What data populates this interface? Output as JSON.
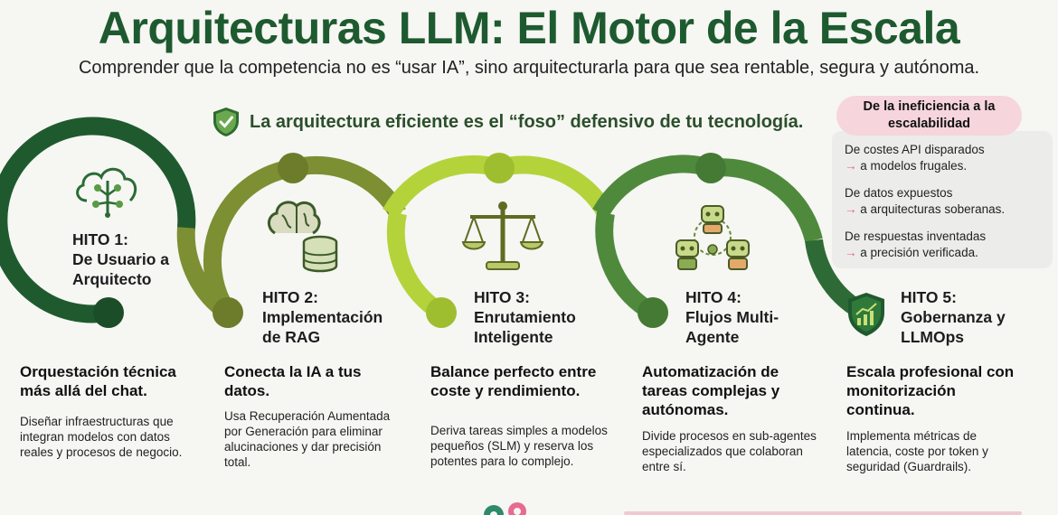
{
  "header": {
    "title": "Arquitecturas LLM: El Motor de la Escala",
    "subtitle": "Comprender que la competencia no es “usar IA”, sino arquitecturarla para que sea rentable, segura y autónoma.",
    "moat_text": "La arquitectura eficiente es el “foso” defensivo de tu tecnología."
  },
  "colors": {
    "arc1": "#1f5a2e",
    "arc2": "#7c8f32",
    "arc3": "#b4d33a",
    "arc4": "#4f8a3c",
    "arc5": "#2e6a35",
    "pill_bg": "#f6d5dc",
    "arrow": "#e05a7a"
  },
  "milestones": [
    {
      "heading_line1": "HITO 1:",
      "heading_line2": "De Usuario a",
      "heading_line3": "Arquitecto",
      "summary": "Orquestación técnica más allá del chat.",
      "description": "Diseñar infraestructuras que integran modelos con datos reales y procesos de negocio.",
      "icon": "cloud-network-icon"
    },
    {
      "heading_line1": "HITO 2:",
      "heading_line2": "Implementación",
      "heading_line3": "de RAG",
      "summary": "Conecta la IA a tus datos.",
      "description": "Usa Recuperación Aumentada por Generación para eliminar alucinaciones y dar precisión total.",
      "icon": "brain-database-icon"
    },
    {
      "heading_line1": "HITO 3:",
      "heading_line2": "Enrutamiento",
      "heading_line3": "Inteligente",
      "summary": "Balance perfecto entre coste y rendimiento.",
      "description": "Deriva tareas simples a modelos pequeños (SLM) y reserva los potentes para lo complejo.",
      "icon": "balance-scale-icon"
    },
    {
      "heading_line1": "HITO 4:",
      "heading_line2": "Flujos Multi-",
      "heading_line3": "Agente",
      "summary": "Automatización de tareas complejas y autónomas.",
      "description": "Divide procesos en sub-agentes especializados que colaboran entre sí.",
      "icon": "robot-agents-icon"
    },
    {
      "heading_line1": "HITO 5:",
      "heading_line2": "Gobernanza y",
      "heading_line3": "LLMOps",
      "summary": "Escala profesional con monitorización continua.",
      "description": "Implementa métricas de latencia, coste por token y seguridad (Guardrails).",
      "icon": "shield-chart-icon"
    }
  ],
  "side_panel": {
    "title": "De la ineficiencia a la escalabilidad",
    "items": [
      {
        "from": "De costes API disparados",
        "to": "a modelos frugales."
      },
      {
        "from": "De datos expuestos",
        "to": "a arquitecturas soberanas."
      },
      {
        "from": "De respuestas inventadas",
        "to": "a precisión verificada."
      }
    ]
  }
}
